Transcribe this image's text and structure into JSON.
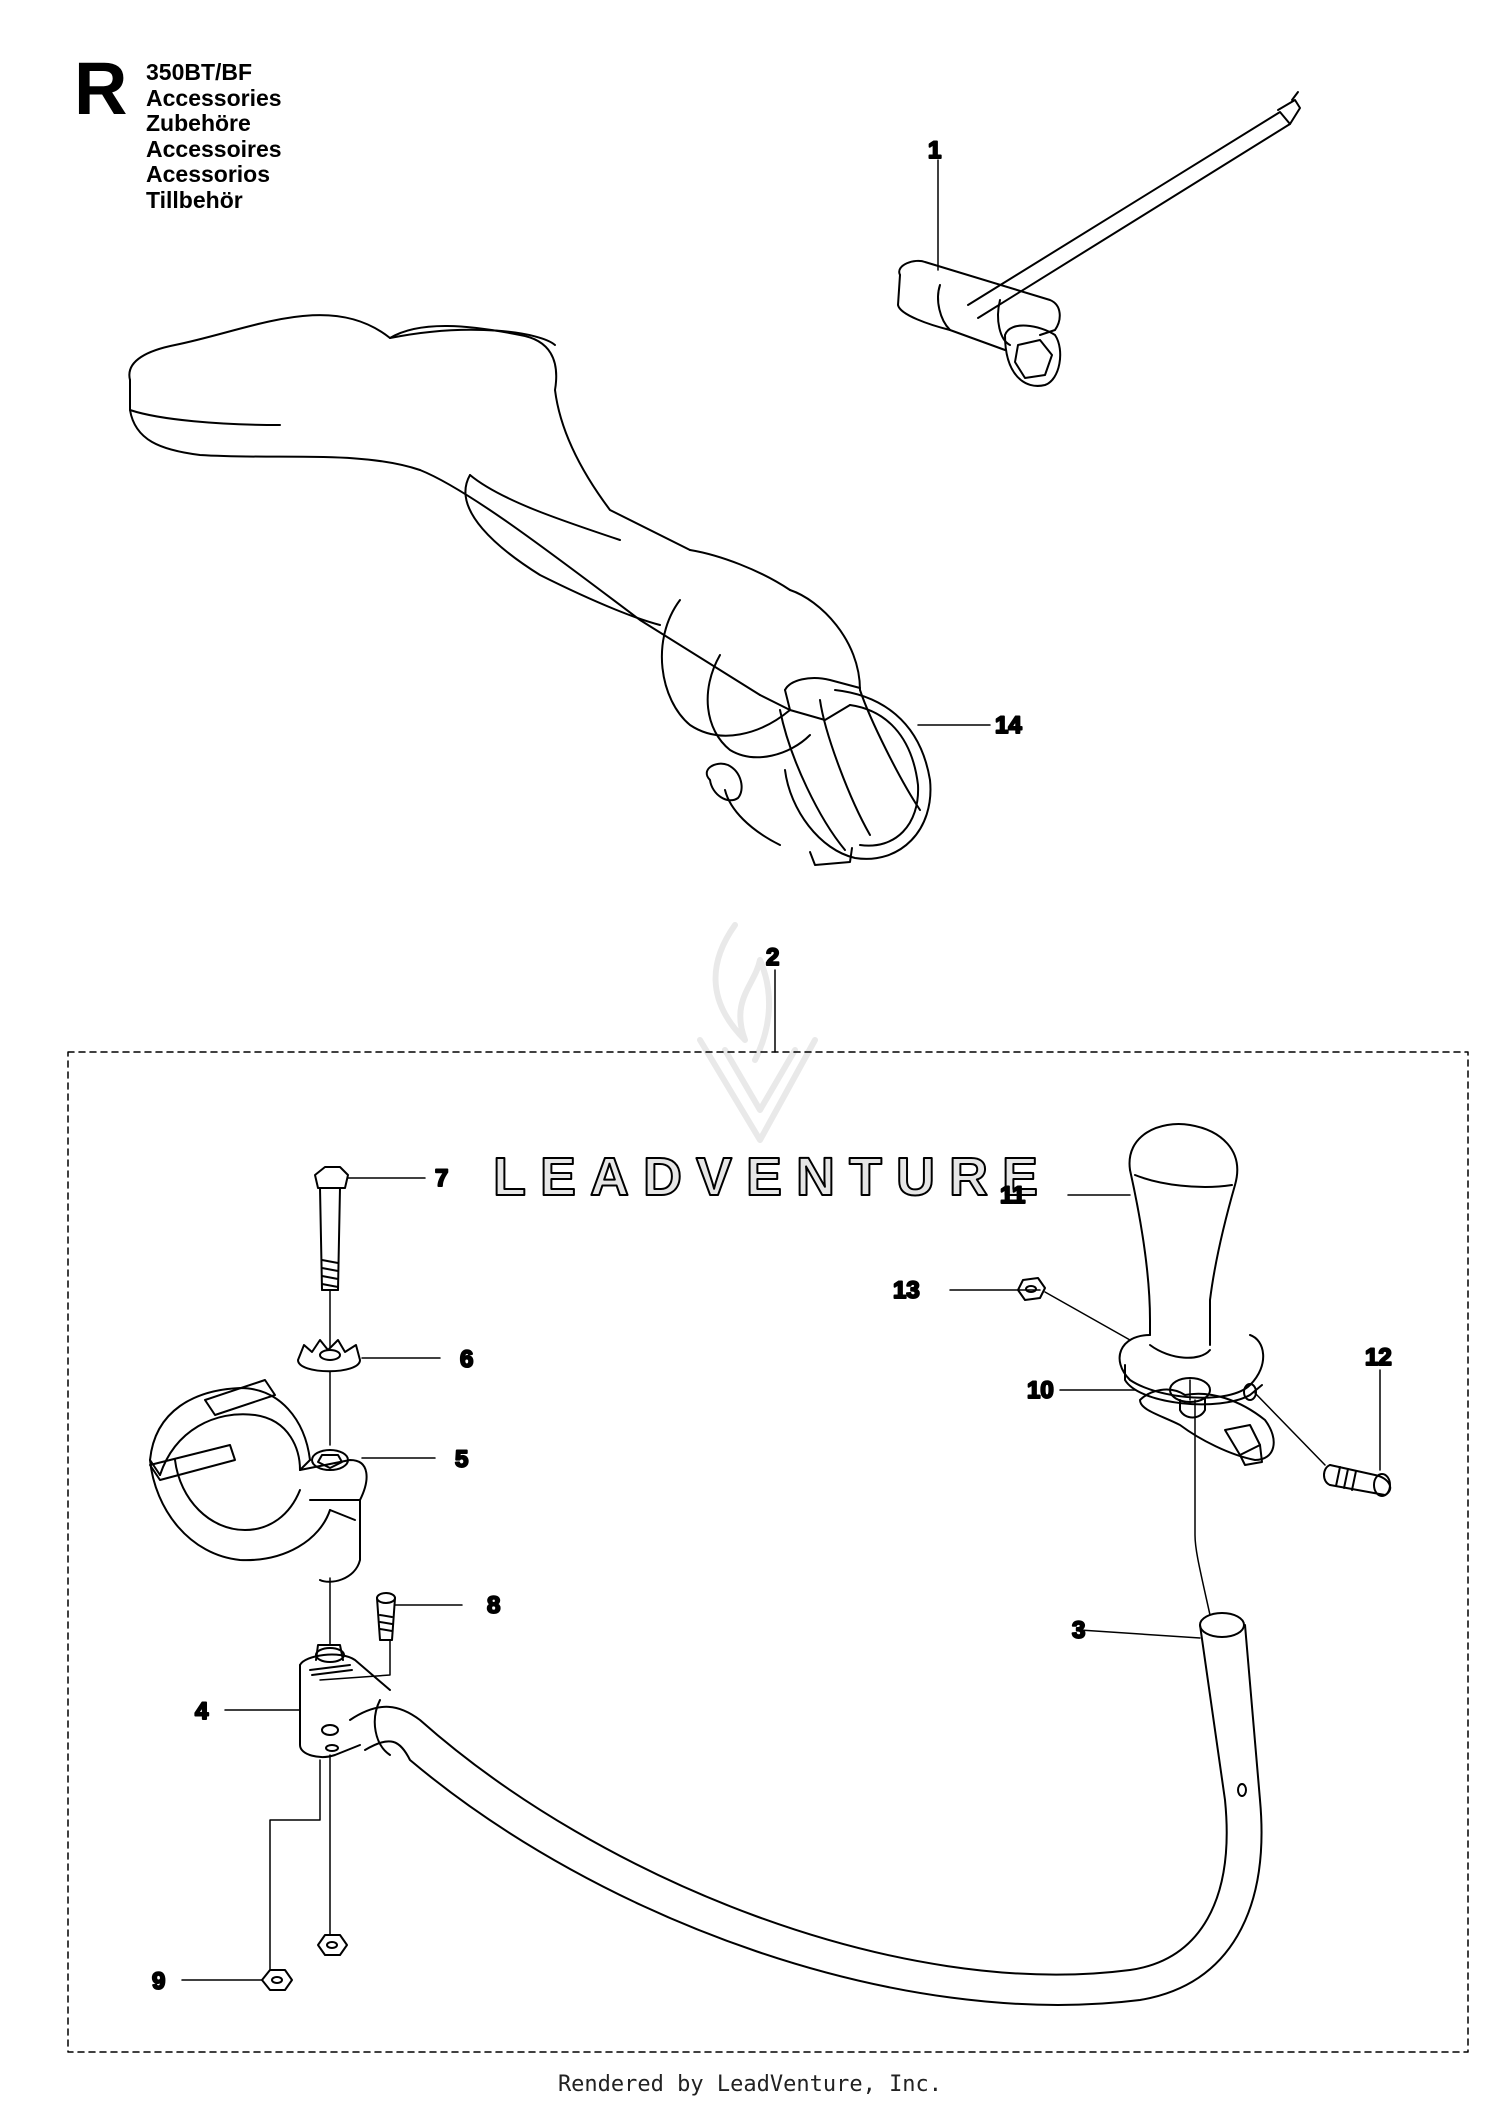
{
  "header": {
    "section_letter": "R",
    "model": "350BT/BF",
    "titles": [
      "Accessories",
      "Zubehöre",
      "Accessoires",
      "Acessorios",
      "Tillbehör"
    ]
  },
  "callouts": [
    "1",
    "2",
    "3",
    "4",
    "5",
    "6",
    "7",
    "8",
    "9",
    "10",
    "11",
    "12",
    "13",
    "14"
  ],
  "watermark": "LEADVENTURE",
  "footer": "Rendered by LeadVenture, Inc.",
  "colors": {
    "line": "#000000",
    "watermark": "#e6e6e6",
    "background": "#ffffff"
  }
}
